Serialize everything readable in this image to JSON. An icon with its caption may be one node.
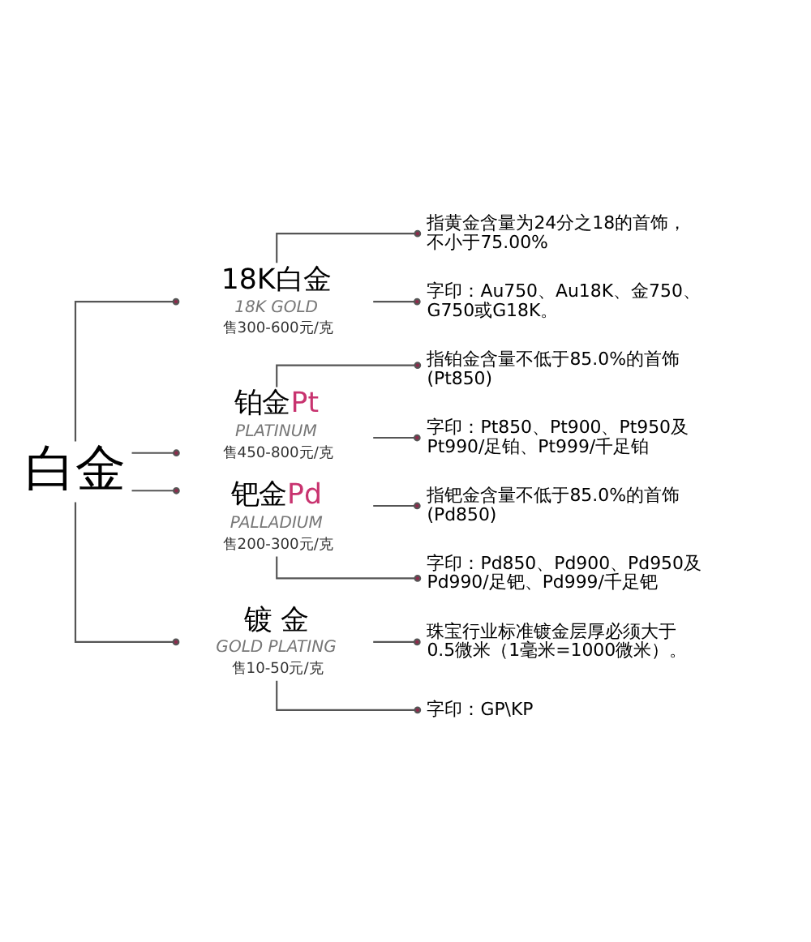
{
  "diagram": {
    "nodes": [
      {
        "text": [
          "白金"
        ]
      },
      {
        "text": [
          "18K白金",
          "18K GOLD",
          "售300-600元/克"
        ]
      },
      {
        "text": [
          "指黄金含量为24分之18的首饰，不小于75.00%"
        ]
      },
      {
        "text": [
          "字印：Au750、Au18K、金750、G750或G18K。"
        ]
      },
      {
        "text": [
          "铂金Pt",
          "PLATINUM",
          "售450-800元/克"
        ]
      },
      {
        "text": [
          "指铂金含量不低于85.0%的首饰(Pt850)"
        ]
      },
      {
        "text": [
          "字印：Pt850、Pt900、Pt950及Pt990/足铂、Pt999/千足铂"
        ]
      },
      {
        "text": [
          "钯金Pd",
          "PALLADIUM",
          "售200-300元/克"
        ]
      },
      {
        "text": [
          "指钯金含量不低于85.0%的首饰(Pd850)"
        ]
      },
      {
        "text": [
          "字印：Pd850、Pd900、Pd950及Pd990/足钯、Pd999/千足钯"
        ]
      },
      {
        "text": [
          "镀 金",
          "GOLD PLATING",
          "售10-50元/克"
        ]
      },
      {
        "text": [
          "珠宝行业标准镀金层厚必须大于0.5微米（1毫米=1000微米）。"
        ]
      },
      {
        "text": [
          "字印：GP\\KP"
        ]
      }
    ],
    "edges": [
      {
        "from": 0,
        "to": 1,
        "arrow": "other"
      },
      {
        "from": 0,
        "to": 4,
        "arrow": "other"
      },
      {
        "from": 0,
        "to": 7,
        "arrow": "other"
      },
      {
        "from": 0,
        "to": 10,
        "arrow": "other"
      },
      {
        "from": 1,
        "to": 2,
        "arrow": "other"
      },
      {
        "from": 1,
        "to": 3,
        "arrow": "other"
      },
      {
        "from": 4,
        "to": 5,
        "arrow": "other"
      },
      {
        "from": 4,
        "to": 6,
        "arrow": "other"
      },
      {
        "from": 7,
        "to": 8,
        "arrow": "other"
      },
      {
        "from": 7,
        "to": 9,
        "arrow": "other"
      },
      {
        "from": 10,
        "to": 11,
        "arrow": "other"
      },
      {
        "from": 10,
        "to": 12,
        "arrow": "other"
      }
    ]
  }
}
